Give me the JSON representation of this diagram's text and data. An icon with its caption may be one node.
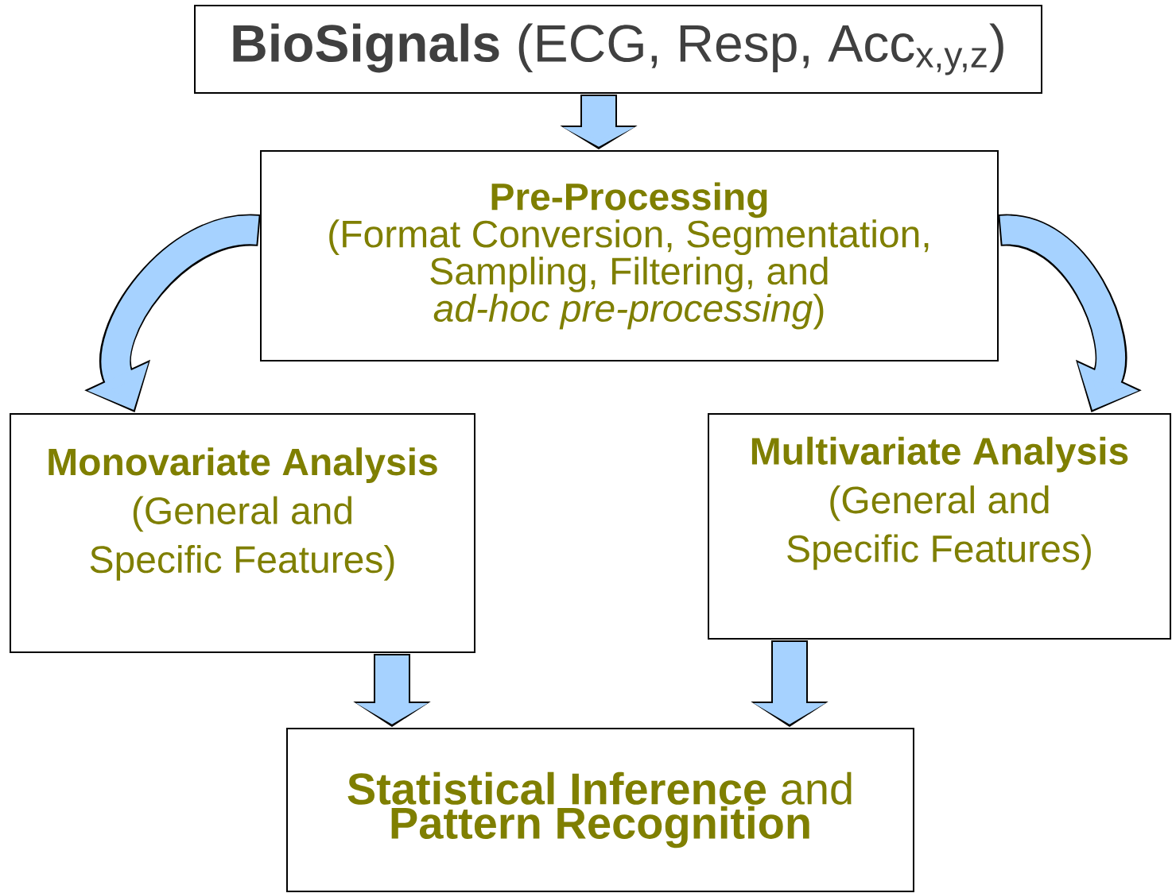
{
  "diagram": {
    "nodes": [
      {
        "text": [
          "**BioSignals** (ECG, Resp, Acc$_{x,y,z}$)"
        ]
      },
      {
        "text": [
          "Pre-Processing",
          "(Format Conversion, Segmentation, Sampling, Filtering, and *ad-hoc pre-processing*)"
        ]
      },
      {
        "text": [
          "Monovariate Analysis",
          "(General and Specific Features)"
        ]
      },
      {
        "text": [
          "Multivariate Analysis",
          "(General and Specific Features)"
        ]
      },
      {
        "text": [
          "**Statistical Inference** and **Pattern Recognition**"
        ]
      }
    ],
    "edges": [
      {
        "from": 0,
        "to": 1,
        "arrow": "to"
      },
      {
        "from": 1,
        "to": 2,
        "arrow": "to"
      },
      {
        "from": 1,
        "to": 3,
        "arrow": "to"
      },
      {
        "from": 2,
        "to": 4,
        "arrow": "to"
      },
      {
        "from": 3,
        "to": 4,
        "arrow": "to"
      }
    ]
  }
}
